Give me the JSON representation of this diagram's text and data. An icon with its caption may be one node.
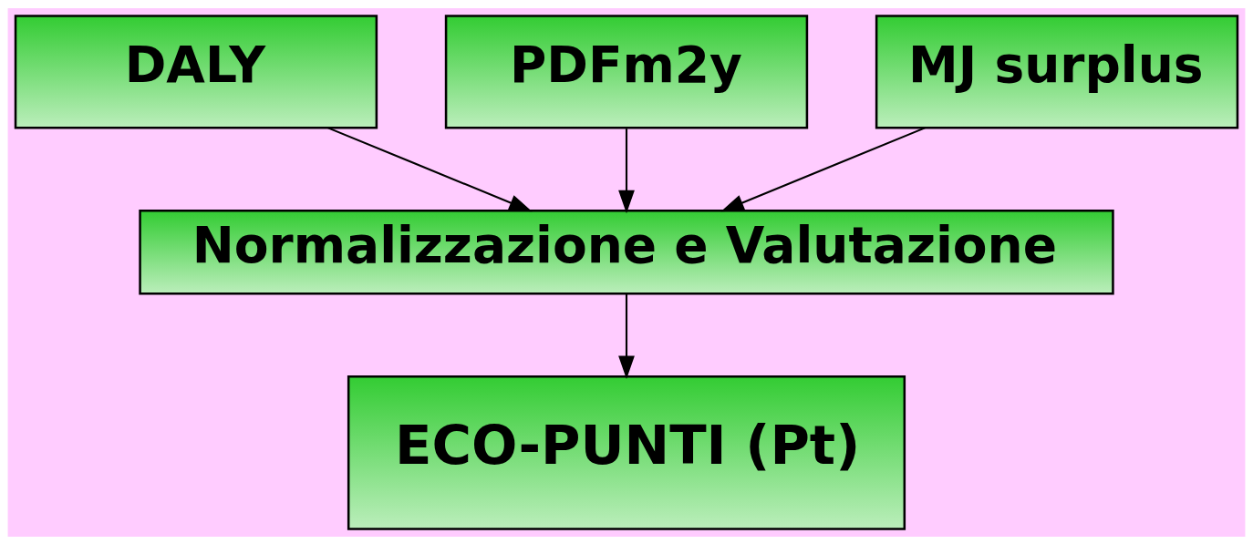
{
  "diagram": {
    "nodes": [
      {
        "text": [
          "DALY"
        ]
      },
      {
        "text": [
          "PDFm2y"
        ]
      },
      {
        "text": [
          "MJ surplus"
        ]
      },
      {
        "text": [
          "Normalizzazione e Valutazione"
        ]
      },
      {
        "text": [
          "ECO-PUNTI (Pt)"
        ]
      }
    ],
    "edges": [
      {
        "from": 0,
        "to": 3,
        "arrow": "to"
      },
      {
        "from": 1,
        "to": 3,
        "arrow": "to"
      },
      {
        "from": 2,
        "to": 3,
        "arrow": "to"
      },
      {
        "from": 3,
        "to": 4,
        "arrow": "to"
      }
    ]
  }
}
